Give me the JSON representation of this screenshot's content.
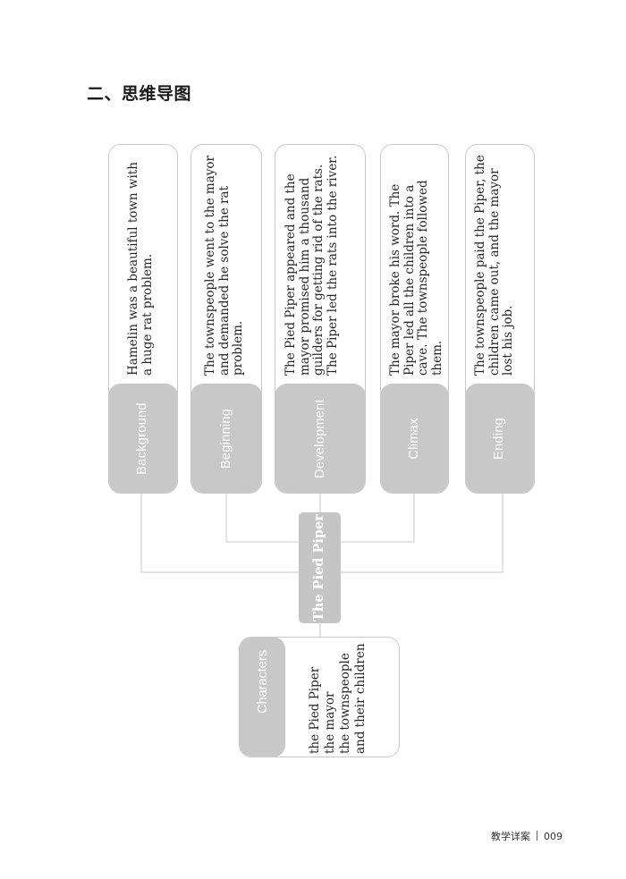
{
  "heading": "二、思维导图",
  "center_title": "The Pied Piper",
  "stages": [
    {
      "label": "Background",
      "text": "Hamelin was a beautiful town with a huge rat problem."
    },
    {
      "label": "Beginning",
      "text": "The townspeople went to the mayor and demanded he solve the rat problem."
    },
    {
      "label": "Development",
      "text": "The Pied Piper appeared and the mayor promised him a thousand guilders for getting rid of the rats. The Piper led the rats into the river."
    },
    {
      "label": "Climax",
      "text": "The mayor broke his word. The Piper led all the children into a cave. The townspeople followed them."
    },
    {
      "label": "Ending",
      "text": "The townspeople paid the Piper, the children came out, and the mayor lost his job."
    }
  ],
  "characters": {
    "label": "Characters",
    "items": [
      "the Pied Piper",
      "the mayor",
      "the townspeople",
      "and their children"
    ]
  },
  "footer": {
    "book": "教学详案",
    "page": "009"
  }
}
